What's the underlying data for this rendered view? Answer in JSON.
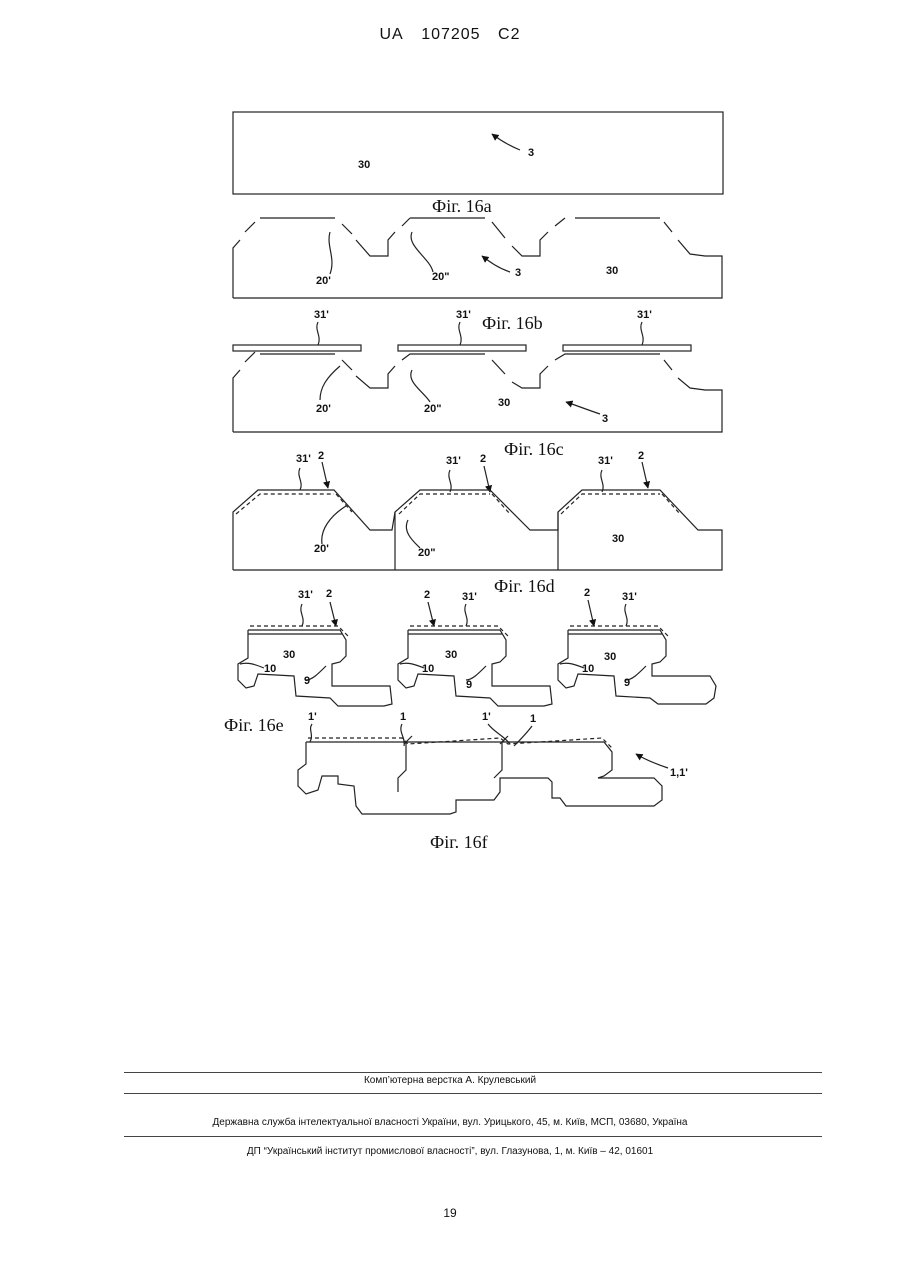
{
  "header": {
    "country": "UA",
    "number": "107205",
    "kind": "C2"
  },
  "figures": {
    "fig16a": {
      "caption": "Фіг. 16a",
      "labels": {
        "part": "30",
        "ref": "3"
      }
    },
    "fig16b": {
      "caption": "Фіг. 16b",
      "labels": {
        "groove1": "20'",
        "groove2": "20\"",
        "ref": "3",
        "part": "30"
      }
    },
    "fig16c": {
      "caption": "Фіг. 16c",
      "labels": {
        "film1": "31'",
        "film2": "31'",
        "film3": "31'",
        "groove1": "20'",
        "groove2": "20\"",
        "part": "30",
        "ref": "3"
      }
    },
    "fig16d": {
      "caption": "Фіг. 16d",
      "labels": {
        "film1": "31'",
        "arrow1": "2",
        "film2": "31'",
        "arrow2": "2",
        "film3": "31'",
        "arrow3": "2",
        "groove1": "20'",
        "groove2": "20\"",
        "part": "30"
      }
    },
    "fig16e": {
      "caption": "Фіг. 16e",
      "labels": {
        "p1_film": "31'",
        "p1_arrow": "2",
        "p1_part": "30",
        "p1_tongue": "10",
        "p1_groove": "9",
        "p2_arrow": "2",
        "p2_film": "31'",
        "p2_part": "30",
        "p2_tongue": "10",
        "p2_groove": "9",
        "p3_arrow": "2",
        "p3_film": "31'",
        "p3_part": "30",
        "p3_tongue": "10",
        "p3_groove": "9"
      }
    },
    "fig16f": {
      "caption": "Фіг. 16f",
      "labels": {
        "l1": "1'",
        "l2": "1",
        "l3": "1'",
        "l4": "1",
        "ref": "1,1'"
      }
    }
  },
  "footer": {
    "typesetting": "Комп’ютерна верстка А. Крулевський",
    "office": "Державна служба інтелектуальної власності України, вул. Урицького, 45, м. Київ, МСП, 03680, Україна",
    "institute": "ДП “Український інститут промислової власності”, вул. Глазунова, 1, м. Київ – 42, 01601",
    "page_number": "19"
  }
}
